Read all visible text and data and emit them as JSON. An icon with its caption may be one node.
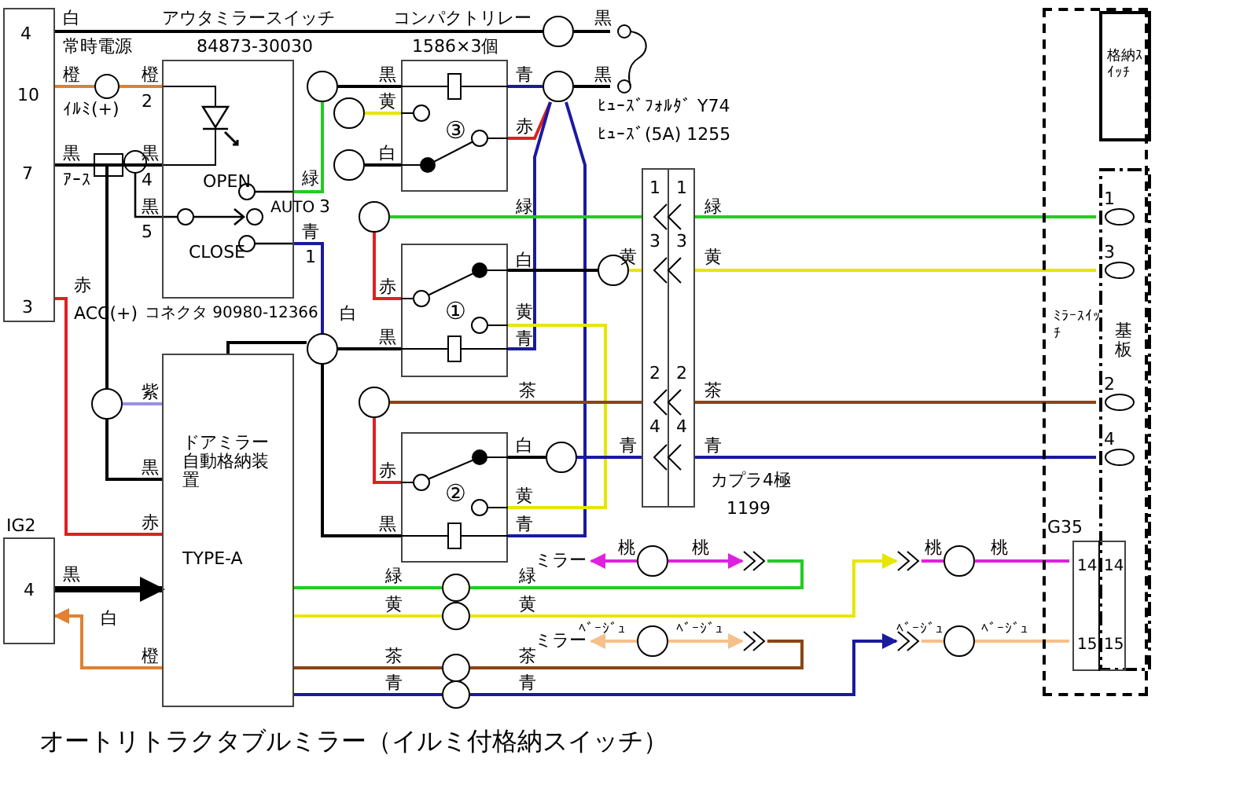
{
  "diagram": {
    "title": "オートリトラクタブルミラー（イルミ付格納スイッチ）",
    "nodes": [
      {
        "text": [
          "4",
          "10",
          "7",
          "3"
        ]
      },
      {
        "text": [
          "OPEN",
          "AUTO",
          "CLOSE"
        ]
      },
      {
        "text": [
          "③"
        ]
      },
      {
        "text": [
          "①"
        ]
      },
      {
        "text": [
          "②"
        ]
      },
      {
        "text": [
          "ドアミラー自動格納装置",
          "TYPE-A"
        ]
      },
      {
        "text": [],
        "shape": "fuse",
        "beside": [
          "ﾋｭｰｽﾞﾌｫﾙﾀﾞ Y74",
          "ﾋｭｰｽﾞ(5A) 1255"
        ]
      },
      {
        "text": [
          "1",
          "1",
          "3",
          "3",
          "2",
          "2",
          "4",
          "4"
        ],
        "beside": [
          "カプラ4極",
          "1199"
        ]
      },
      {
        "text": [
          "4"
        ],
        "beside": [
          "IG2"
        ]
      },
      {
        "text": [
          "ﾐﾗｰｽｲｯﾁ"
        ]
      },
      {
        "text": [
          "格納ｽｲｯﾁ"
        ],
        "in": 9
      },
      {
        "text": [
          "1",
          "3",
          "基板",
          "2",
          "4"
        ],
        "in": 9
      },
      {
        "text": [
          "14",
          "14",
          "15",
          "15"
        ],
        "in": 9,
        "beside": [
          "G35"
        ]
      },
      {
        "text": [
          "ミラー"
        ]
      },
      {
        "text": [
          "ミラー"
        ]
      },
      {
        "text": [],
        "shape": "chevron"
      },
      {
        "text": [],
        "shape": "chevron"
      },
      {
        "text": [],
        "shape": "chevron"
      },
      {
        "text": [],
        "shape": "chevron"
      },
      {
        "text": [],
        "shape": "circle"
      },
      {
        "text": [],
        "shape": "circle"
      },
      {
        "text": [],
        "shape": "circle"
      },
      {
        "text": [],
        "shape": "circle"
      },
      {
        "text": [],
        "shape": "circle"
      },
      {
        "text": [],
        "shape": "circle"
      },
      {
        "text": [],
        "shape": "circle"
      },
      {
        "text": [],
        "shape": "circle"
      },
      {
        "text": [],
        "shape": "circle"
      },
      {
        "text": [],
        "shape": "circle"
      },
      {
        "text": [],
        "shape": "circle"
      },
      {
        "text": [],
        "shape": "circle"
      },
      {
        "text": [],
        "shape": "circle"
      },
      {
        "text": [],
        "shape": "circle"
      },
      {
        "text": [],
        "shape": "circle"
      },
      {
        "text": [],
        "shape": "circle"
      },
      {
        "text": [],
        "shape": "circle"
      },
      {
        "text": [],
        "shape": "circle"
      },
      {
        "text": [],
        "shape": "circle"
      },
      {
        "text": [],
        "shape": "circle"
      }
    ],
    "edges": [
      {
        "from": 0,
        "to": 21,
        "arrow": "none",
        "color": "#000000"
      },
      {
        "from": 21,
        "to": 6,
        "arrow": "none",
        "color": "#000000"
      },
      {
        "from": 0,
        "to": 30,
        "arrow": "none",
        "color": "#e08030"
      },
      {
        "from": 30,
        "to": 1,
        "arrow": "none",
        "color": "#e08030"
      },
      {
        "from": 0,
        "to": 1,
        "arrow": "none",
        "color": "#000000"
      },
      {
        "from": 0,
        "to": 29,
        "arrow": "none",
        "color": "#000000"
      },
      {
        "from": 29,
        "to": 5,
        "arrow": "none",
        "color": "#9b8fe8"
      },
      {
        "from": 29,
        "to": 5,
        "arrow": "none",
        "color": "#000000"
      },
      {
        "from": 0,
        "to": 5,
        "arrow": "none",
        "color": "#e02020"
      },
      {
        "from": 1,
        "to": 23,
        "arrow": "none",
        "color": "#22cc22"
      },
      {
        "from": 23,
        "to": 2,
        "arrow": "none",
        "color": "#000000"
      },
      {
        "from": 1,
        "to": 25,
        "arrow": "none",
        "color": "#1a1aa0"
      },
      {
        "from": 25,
        "to": 3,
        "arrow": "none",
        "color": "#000000"
      },
      {
        "from": 5,
        "to": 25,
        "arrow": "none",
        "color": "#000000"
      },
      {
        "from": 25,
        "to": 4,
        "arrow": "none",
        "color": "#000000"
      },
      {
        "from": 6,
        "to": 22,
        "arrow": "none",
        "color": "#000000"
      },
      {
        "from": 22,
        "to": 2,
        "arrow": "none",
        "color": "#1a1aa0"
      },
      {
        "from": 22,
        "to": 2,
        "arrow": "none",
        "color": "#e02020"
      },
      {
        "from": 22,
        "to": 3,
        "arrow": "none",
        "color": "#1a1aa0"
      },
      {
        "from": 22,
        "to": 4,
        "arrow": "none",
        "color": "#1a1aa0"
      },
      {
        "from": 3,
        "to": 24,
        "arrow": "none",
        "color": "#e02020"
      },
      {
        "from": 24,
        "to": 7,
        "arrow": "none",
        "color": "#22cc22"
      },
      {
        "from": 7,
        "to": 11,
        "arrow": "none",
        "color": "#22cc22"
      },
      {
        "from": 3,
        "to": 26,
        "arrow": "none",
        "color": "#000000"
      },
      {
        "from": 26,
        "to": 7,
        "arrow": "none",
        "color": "#e6e600"
      },
      {
        "from": 7,
        "to": 11,
        "arrow": "none",
        "color": "#e6e600"
      },
      {
        "from": 3,
        "to": 4,
        "arrow": "none",
        "color": "#e6e600"
      },
      {
        "from": 4,
        "to": 27,
        "arrow": "none",
        "color": "#e02020"
      },
      {
        "from": 27,
        "to": 7,
        "arrow": "none",
        "color": "#8b4513"
      },
      {
        "from": 7,
        "to": 11,
        "arrow": "none",
        "color": "#8b4513"
      },
      {
        "from": 4,
        "to": 28,
        "arrow": "none",
        "color": "#000000"
      },
      {
        "from": 28,
        "to": 7,
        "arrow": "none",
        "color": "#1a1aa0"
      },
      {
        "from": 7,
        "to": 11,
        "arrow": "none",
        "color": "#1a1aa0"
      },
      {
        "from": 5,
        "to": 31,
        "arrow": "none",
        "color": "#22cc22"
      },
      {
        "from": 31,
        "to": 15,
        "arrow": "none",
        "color": "#22cc22"
      },
      {
        "from": 35,
        "to": 15,
        "arrow": "to",
        "color": "#e020e0"
      },
      {
        "from": 35,
        "to": 13,
        "arrow": "to",
        "color": "#e020e0"
      },
      {
        "from": 5,
        "to": 32,
        "arrow": "none",
        "color": "#e6e600"
      },
      {
        "from": 32,
        "to": 16,
        "arrow": "to",
        "color": "#e6e600"
      },
      {
        "from": 16,
        "to": 36,
        "arrow": "none",
        "color": "#e020e0"
      },
      {
        "from": 36,
        "to": 12,
        "arrow": "none",
        "color": "#e020e0"
      },
      {
        "from": 5,
        "to": 33,
        "arrow": "none",
        "color": "#8b4513"
      },
      {
        "from": 33,
        "to": 17,
        "arrow": "none",
        "color": "#8b4513"
      },
      {
        "from": 37,
        "to": 17,
        "arrow": "to",
        "color": "#f5c08a"
      },
      {
        "from": 37,
        "to": 14,
        "arrow": "to",
        "color": "#f5c08a"
      },
      {
        "from": 5,
        "to": 34,
        "arrow": "none",
        "color": "#1a1aa0"
      },
      {
        "from": 34,
        "to": 18,
        "arrow": "to",
        "color": "#1a1aa0"
      },
      {
        "from": 18,
        "to": 38,
        "arrow": "none",
        "color": "#f5c08a"
      },
      {
        "from": 38,
        "to": 12,
        "arrow": "none",
        "color": "#f5c08a"
      },
      {
        "from": 5,
        "to": 8,
        "arrow": "to",
        "color": "#e08030"
      },
      {
        "from": 8,
        "to": 5,
        "arrow": "to",
        "style": "thick",
        "color": "#000000"
      },
      {
        "from": 19,
        "to": 2,
        "arrow": "none",
        "color": "#e6e600"
      },
      {
        "from": 20,
        "to": 2,
        "arrow": "none",
        "color": "#000000"
      }
    ],
    "labels": [
      "白",
      "アウタミラースイッチ",
      "コンパクトリレー",
      "黒",
      "常時電源",
      "84873-30030",
      "1586×3個",
      "橙",
      "橙",
      "黒",
      "青",
      "黒",
      "ｲﾙﾐ(+)",
      "2",
      "黄",
      "赤",
      "黒",
      "黒",
      "白",
      "ｱｰｽ",
      "4",
      "緑",
      "黒",
      "3",
      "緑",
      "緑",
      "5",
      "青",
      "1",
      "白",
      "黄",
      "黄",
      "赤",
      "赤",
      "ACC(+)",
      "コネクタ 90980-12366",
      "白",
      "黄",
      "黒",
      "青",
      "紫",
      "茶",
      "茶",
      "白",
      "青",
      "青",
      "黒",
      "赤",
      "黄",
      "赤",
      "黒",
      "青",
      "桃",
      "桃",
      "桃",
      "桃",
      "黒",
      "緑",
      "緑",
      "黄",
      "黄",
      "白",
      "ﾍﾞｰｼﾞｭ",
      "ﾍﾞｰｼﾞｭ",
      "ﾍﾞｰｼﾞｭ",
      "ﾍﾞｰｼﾞｭ",
      "橙",
      "茶",
      "茶",
      "青",
      "青"
    ]
  }
}
